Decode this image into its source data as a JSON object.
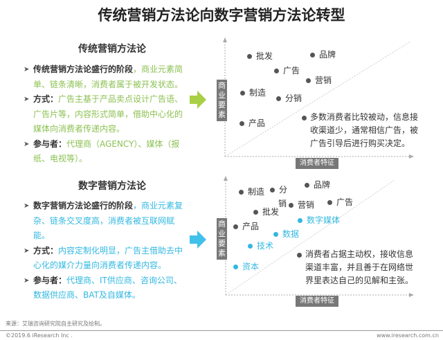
{
  "title": "传统营销方法论向数字营销方法论转型",
  "traditional": {
    "heading": "传统营销方法论",
    "bullets": [
      {
        "bold": "传统营销方法论盛行的阶段",
        "text": "，商业元素简单、链条清晰，消费者属于被开发状态。"
      },
      {
        "bold": "方式：",
        "text": "广告主基于产品卖点设计广告语、广告片等，内容形式简单，借助中心化的媒体向消费者传递内容。"
      },
      {
        "bold": "参与者：",
        "text": "代理商（AGENCY）、媒体（报纸、电视等）。"
      }
    ],
    "chart": {
      "ylabel": "商业要素",
      "xlabel": "消费者特征",
      "points": [
        "批发",
        "品牌",
        "广告",
        "营销",
        "制造",
        "分销",
        "产品"
      ],
      "note": "多数消费者比较被动，信息接收渠道少，通常相信广告，被广告引导后进行购买决定。"
    }
  },
  "digital": {
    "heading": "数字营销方法论",
    "bullets": [
      {
        "bold": "数字营销方法论盛行的阶段",
        "text": "，商业元素复杂、链条交叉度高，消费者被互联网赋能。"
      },
      {
        "bold": "方式：",
        "text": "内容定制化明显，广告主借助去中心化的媒介力量向消费者传递内容。"
      },
      {
        "bold": "参与者：",
        "text": "代理商、IT供应商、咨询公司、数据供应商、BAT及自媒体。"
      }
    ],
    "chart": {
      "ylabel": "商业要素",
      "xlabel": "消费者特征",
      "points": [
        "制造",
        "分",
        "销",
        "品牌",
        "营销",
        "广告",
        "批发",
        "数字媒体",
        "产品",
        "数据",
        "技术",
        "资本"
      ],
      "note": "消费者占据主动权，接收信息渠道丰富，并且善于在网络世界里表达自己的见解和主张。"
    }
  },
  "footer": {
    "source": "来源：艾瑞咨询研究院自主研究及绘制。",
    "copyright": "©2019.6 iResearch Inc .",
    "url": "www.iresearch.com.cn"
  },
  "colors": {
    "green": "#8cc152",
    "cyan": "#33b8e0"
  }
}
